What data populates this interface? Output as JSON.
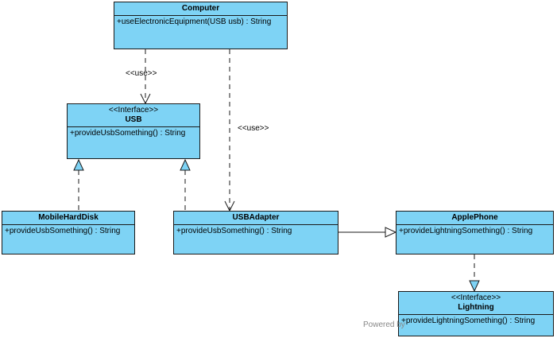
{
  "classes": {
    "computer": {
      "name": "Computer",
      "operation": "+useElectronicEquipment(USB usb) : String"
    },
    "usb": {
      "stereotype": "<<Interface>>",
      "name": "USB",
      "operation": "+provideUsbSomething() : String"
    },
    "mobile_hard_disk": {
      "name": "MobileHardDisk",
      "operation": "+provideUsbSomething() : String"
    },
    "usb_adapter": {
      "name": "USBAdapter",
      "operation": "+provideUsbSomething() : String"
    },
    "apple_phone": {
      "name": "ApplePhone",
      "operation": "+provideLightningSomething() : String"
    },
    "lightning": {
      "stereotype": "<<Interface>>",
      "name": "Lightning",
      "operation": "+provideLightningSomething() : String"
    }
  },
  "edges": {
    "computer_usb_label": "<<use>>",
    "computer_adapter_label": "<<use>>"
  },
  "footer": {
    "powered_by": "Powered by"
  },
  "colors": {
    "class_fill": "#7ed3f5",
    "border": "#1a1a1a"
  }
}
